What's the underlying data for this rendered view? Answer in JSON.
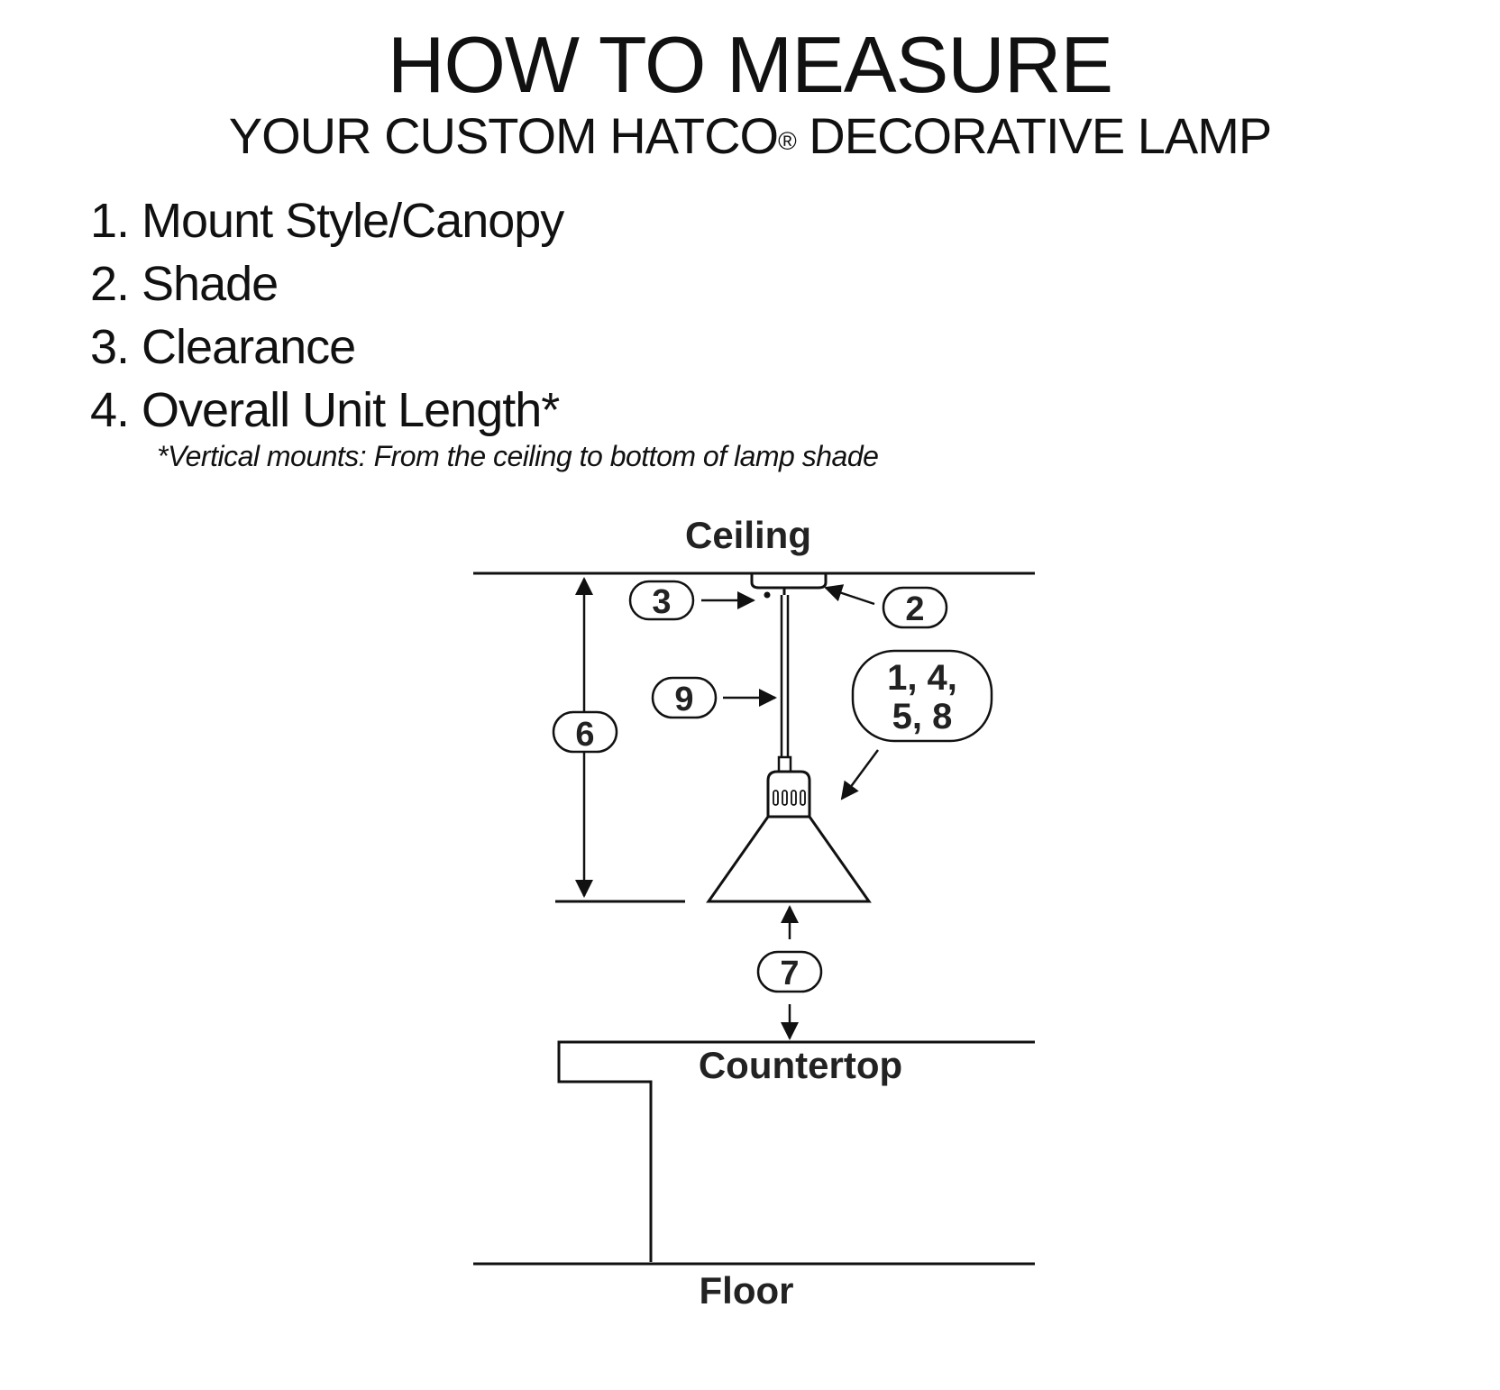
{
  "header": {
    "title": "HOW TO MEASURE",
    "subtitle_main": "YOUR CUSTOM HATCO",
    "subtitle_mark": "®",
    "subtitle_tail": " DECORATIVE LAMP"
  },
  "steps": [
    "1. Mount Style/Canopy",
    "2. Shade",
    "3. Clearance",
    "4. Overall Unit Length*"
  ],
  "footnote": "*Vertical mounts: From the ceiling to bottom of lamp shade",
  "diagram": {
    "labels": {
      "ceiling": "Ceiling",
      "countertop": "Countertop",
      "floor": "Floor"
    },
    "callouts": {
      "c2": "2",
      "c3": "3",
      "c6": "6",
      "c7": "7",
      "c9": "9",
      "c1458_line1": "1, 4,",
      "c1458_line2": "5, 8"
    }
  }
}
